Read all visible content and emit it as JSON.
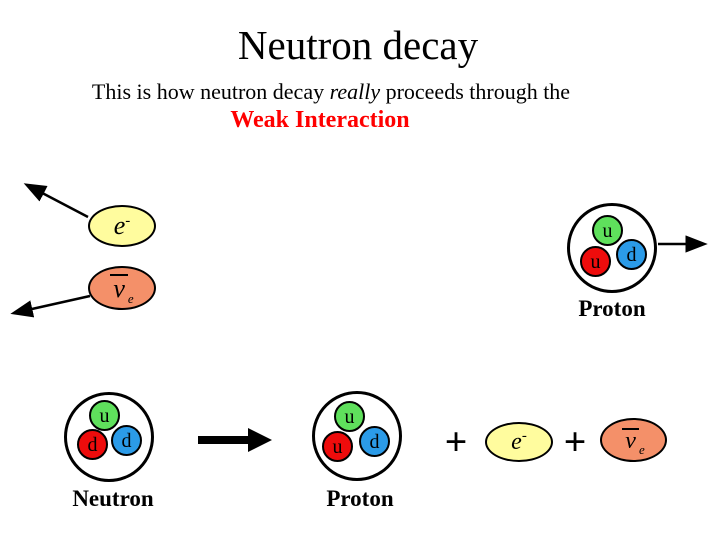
{
  "slide": {
    "title": "Neutron decay",
    "subtitle": {
      "pre": "This is how neutron decay ",
      "emphasis": "really",
      "post": " proceeds through the"
    },
    "highlight": "Weak Interaction",
    "highlight_color": "#FF0000",
    "background_color": "#FFFFFF"
  },
  "particles": {
    "electron": {
      "symbol": "e",
      "charge": "-",
      "fill": "#FFFC9E"
    },
    "antineutrino": {
      "symbol": "ν",
      "flavor": "e",
      "fill": "#F49069"
    },
    "plus_sign": "+"
  },
  "quark_colors": {
    "green": "#5FE05C",
    "red": "#EE0C0C",
    "blue": "#2B9BE8"
  },
  "hadrons": {
    "proton_top": {
      "label": "Proton",
      "quarks": [
        "u",
        "u",
        "d"
      ]
    },
    "neutron": {
      "label": "Neutron",
      "quarks": [
        "u",
        "d",
        "d"
      ]
    },
    "proton_bottom": {
      "label": "Proton",
      "quarks": [
        "u",
        "u",
        "d"
      ]
    }
  }
}
